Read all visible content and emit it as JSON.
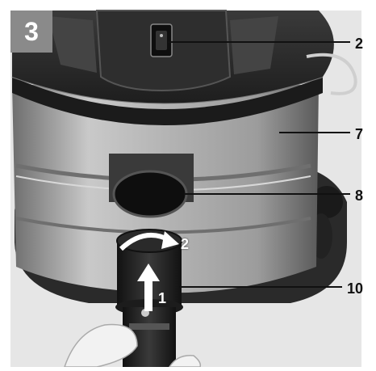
{
  "step": "3",
  "callouts": [
    {
      "number": "2",
      "target": "power-switch"
    },
    {
      "number": "7",
      "target": "container"
    },
    {
      "number": "8",
      "target": "suction-inlet"
    },
    {
      "number": "10",
      "target": "hose-connector"
    }
  ],
  "photo_numbers": {
    "rotate": "2",
    "push": "1"
  },
  "colors": {
    "badge": "#8a8a8a",
    "badge_text": "#ffffff",
    "label_text": "#111111"
  }
}
